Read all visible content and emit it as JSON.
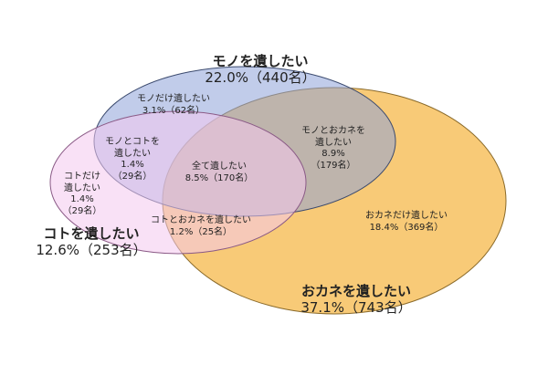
{
  "colors": {
    "mono_fill": "#8ea3d8",
    "mono_stroke": "#3b4a6e",
    "koto_fill": "#f4c8ee",
    "koto_stroke": "#8a5a86",
    "okane_fill": "#f7c468",
    "okane_stroke": "#8a6a2a"
  },
  "sets": {
    "mono": {
      "name": "モノを遺したい",
      "value": "22.0%（440名）"
    },
    "koto": {
      "name": "コトを遺したい",
      "value": "12.6%（253名）"
    },
    "okane": {
      "name": "おカネを遺したい",
      "value": "37.1%（743名）"
    }
  },
  "regions": {
    "mono_only": {
      "lines": [
        "モノだけ遺したい",
        "3.1%（62名）"
      ]
    },
    "mono_koto": {
      "lines": [
        "モノとコトを",
        "遺したい",
        "1.4%",
        "（29名）"
      ]
    },
    "mono_okane": {
      "lines": [
        "モノとおカネを",
        "遺したい",
        "8.9%",
        "（179名）"
      ]
    },
    "all": {
      "lines": [
        "全て遺したい",
        "8.5%（170名）"
      ]
    },
    "koto_only": {
      "lines": [
        "コトだけ",
        "遺したい",
        "1.4%",
        "（29名）"
      ]
    },
    "koto_okane": {
      "lines": [
        "コトとおカネを遺したい",
        "1.2%（25名）"
      ]
    },
    "okane_only": {
      "lines": [
        "おカネだけ遺したい",
        "18.4%（369名）"
      ]
    }
  }
}
